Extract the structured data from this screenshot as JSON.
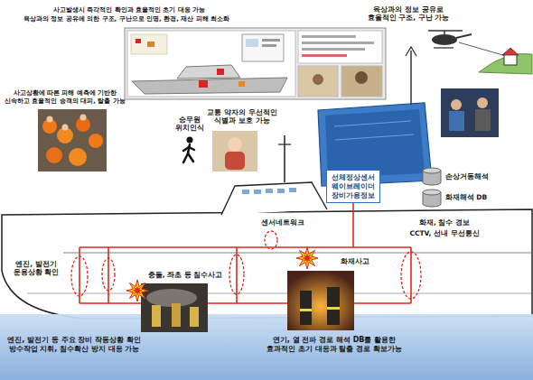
{
  "diagram": {
    "nodes": [
      {
        "text": [
          "선체정상센서",
          "웨이브레이더",
          "장비가용정보"
        ]
      }
    ],
    "labels": [
      "사고발생시 즉각적인 확인과 효율적인 초기 대응 가능",
      "육상과의 정보 공유에 의한 구조, 구난으로 인명, 환경, 재산 피해 최소화",
      "육상과의 정보 공유로 효율적인 구조, 구난 가능",
      "사고상황에 따른 피해 예측에 기반한 신속하고 효율적인 승객의 대피, 탈출 가능",
      "교통 약자의 우선적인 식별과 보호 가능",
      "승무원 위치인식",
      "손상거동해석",
      "화재해석 DB",
      "화재, 침수 경보",
      "CCTV, 선내 무선통신",
      "센서네트워크",
      "화재사고",
      "엔진, 발전기 운용상황 확인",
      "충돌, 좌초 등 침수사고",
      "엔진, 발전기 등 주요 장비 작동상황 확인 방수작업 지휘, 침수확산 방지 대응 가능",
      "연기, 열 전파 경로 해석 DB를 활용한 효과적인 초기 대응과 탈출 경로 확보가능"
    ]
  }
}
